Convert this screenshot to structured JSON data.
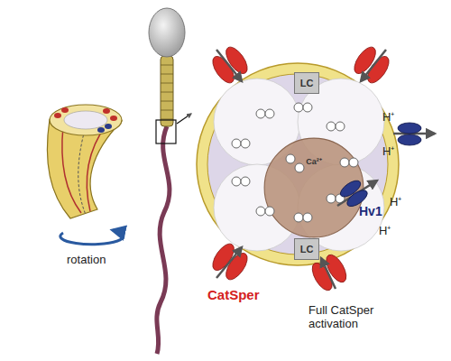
{
  "diagram": {
    "nodes": [
      {
        "text": [
          "LC"
        ]
      },
      {
        "text": [
          "LC"
        ]
      },
      {
        "text": [
          "Ca²⁺"
        ]
      }
    ],
    "labels": [
      "rotation",
      "H⁺",
      "H⁺",
      "H⁺",
      "H⁺",
      "Hv1",
      "CatSper",
      "Full CatSper activation"
    ]
  }
}
